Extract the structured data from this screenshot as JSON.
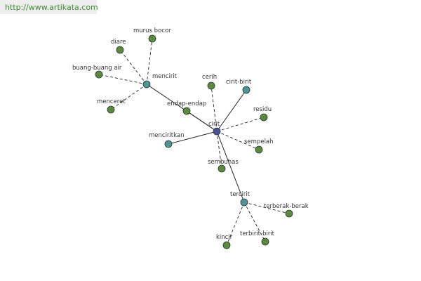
{
  "watermark": {
    "url": "http://www.artikata.com"
  },
  "colors": {
    "center": "#4a4f9e",
    "hub": "#4d9494",
    "leaf": "#5a8a3c",
    "node_stroke": "#2a3a2a",
    "edge": "#222222",
    "label": "#333333"
  },
  "graph": {
    "nodes": [
      {
        "id": "cirit",
        "label": "cirit",
        "kind": "center"
      },
      {
        "id": "mencirit",
        "label": "mencirit",
        "kind": "hub"
      },
      {
        "id": "tercirit",
        "label": "tercirit",
        "kind": "hub"
      },
      {
        "id": "cirit-birit",
        "label": "cirit-birit",
        "kind": "hub"
      },
      {
        "id": "menciritkan",
        "label": "menciritkan",
        "kind": "hub"
      },
      {
        "id": "endap-endap",
        "label": "endap-endap",
        "kind": "leaf"
      },
      {
        "id": "cerih",
        "label": "cerih",
        "kind": "leaf"
      },
      {
        "id": "residu",
        "label": "residu",
        "kind": "leaf"
      },
      {
        "id": "sempelah",
        "label": "sempelah",
        "kind": "leaf"
      },
      {
        "id": "sembuhas",
        "label": "sembuhas",
        "kind": "leaf"
      },
      {
        "id": "murus-bocor",
        "label": "murus bocor",
        "kind": "leaf"
      },
      {
        "id": "diare",
        "label": "diare",
        "kind": "leaf"
      },
      {
        "id": "buang-buang-air",
        "label": "buang-buang air",
        "kind": "leaf"
      },
      {
        "id": "menceret",
        "label": "menceret",
        "kind": "leaf"
      },
      {
        "id": "terberak-berak",
        "label": "terberak-berak",
        "kind": "leaf"
      },
      {
        "id": "kincir",
        "label": "kincir",
        "kind": "leaf"
      },
      {
        "id": "terbirit-birit",
        "label": "terbirit-birit",
        "kind": "leaf"
      }
    ],
    "edges": [
      {
        "from": "cirit",
        "to": "mencirit",
        "style": "solid"
      },
      {
        "from": "cirit",
        "to": "endap-endap",
        "style": "solid"
      },
      {
        "from": "cirit",
        "to": "cirit-birit",
        "style": "solid"
      },
      {
        "from": "cirit",
        "to": "menciritkan",
        "style": "solid"
      },
      {
        "from": "cirit",
        "to": "tercirit",
        "style": "solid"
      },
      {
        "from": "cirit",
        "to": "cerih",
        "style": "dashed"
      },
      {
        "from": "cirit",
        "to": "residu",
        "style": "dashed"
      },
      {
        "from": "cirit",
        "to": "sempelah",
        "style": "dashed"
      },
      {
        "from": "cirit",
        "to": "sembuhas",
        "style": "dashed"
      },
      {
        "from": "mencirit",
        "to": "murus-bocor",
        "style": "dashed"
      },
      {
        "from": "mencirit",
        "to": "diare",
        "style": "dashed"
      },
      {
        "from": "mencirit",
        "to": "buang-buang-air",
        "style": "dashed"
      },
      {
        "from": "mencirit",
        "to": "menceret",
        "style": "dashed"
      },
      {
        "from": "tercirit",
        "to": "terberak-berak",
        "style": "dashed"
      },
      {
        "from": "tercirit",
        "to": "kincir",
        "style": "dashed"
      },
      {
        "from": "tercirit",
        "to": "terbirit-birit",
        "style": "dashed"
      }
    ]
  }
}
